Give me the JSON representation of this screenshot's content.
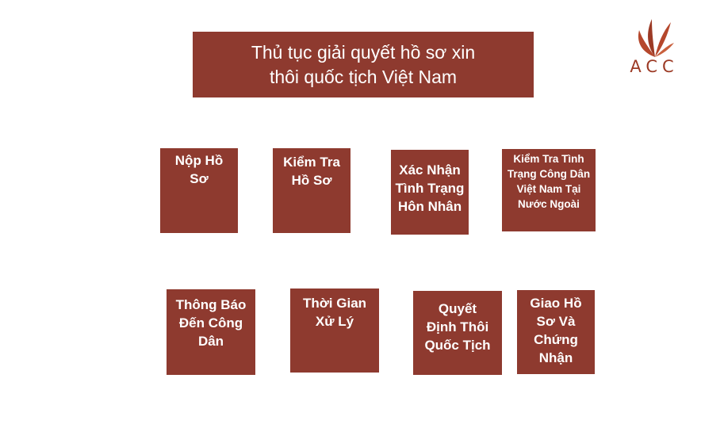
{
  "title": {
    "line1": "Thủ tục giải quyết hồ sơ xin",
    "line2": "thôi quốc tịch Việt Nam"
  },
  "logo": {
    "text": "ACC",
    "icon": "flame-leaf-icon",
    "color": "#9c3a25"
  },
  "colors": {
    "box": "#8e3a2f",
    "text": "#ffffff"
  },
  "steps_row1": [
    {
      "lines": [
        "Nộp Hồ",
        "Sơ"
      ]
    },
    {
      "lines": [
        "Kiểm Tra",
        "Hồ Sơ"
      ]
    },
    {
      "lines": [
        "Xác Nhận",
        "Tình Trạng",
        "Hôn Nhân"
      ]
    },
    {
      "lines": [
        "Kiểm Tra Tình",
        "Trạng Công Dân",
        "Việt Nam Tại",
        "Nước Ngoài"
      ]
    }
  ],
  "steps_row2": [
    {
      "lines": [
        "Thông Báo",
        "Đến Công",
        "Dân"
      ]
    },
    {
      "lines": [
        "Thời Gian",
        "Xử Lý"
      ]
    },
    {
      "lines": [
        "Quyết",
        "Định Thôi",
        "Quốc Tịch"
      ]
    },
    {
      "lines": [
        "Giao Hồ",
        "Sơ Và",
        "Chứng",
        "Nhận"
      ]
    }
  ]
}
